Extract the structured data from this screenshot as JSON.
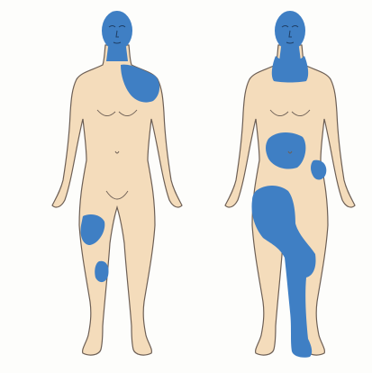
{
  "figure": {
    "colors": {
      "background": "#fdfdfb",
      "skin": "#f4dcbb",
      "outline": "#6d5f55",
      "lesion": "#3f7fc4"
    },
    "figures": [
      {
        "name": "left-figure",
        "lesion_regions": [
          "head",
          "left-shoulder",
          "right-thigh",
          "right-knee"
        ]
      },
      {
        "name": "right-figure",
        "lesion_regions": [
          "head-and-neck",
          "left-flank",
          "left-hip-spot",
          "right-leg"
        ]
      }
    ]
  }
}
